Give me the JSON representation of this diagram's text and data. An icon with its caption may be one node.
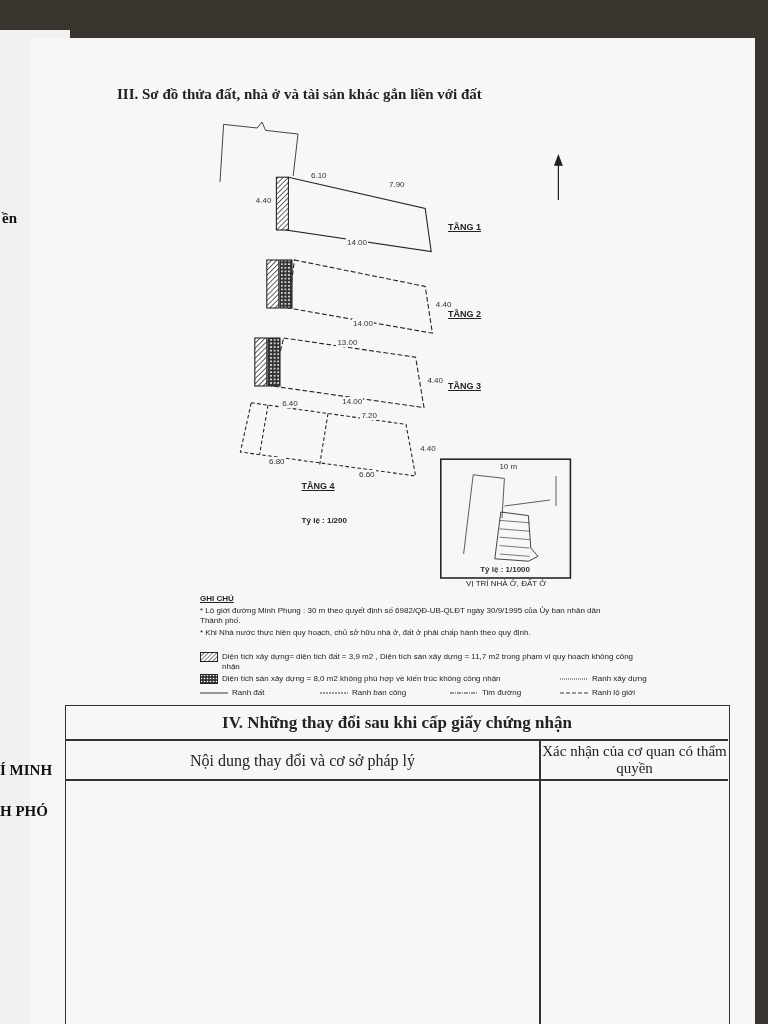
{
  "diagram": {
    "title": "III. Sơ đồ thửa đất, nhà ở và tài sản khác gắn liền với đất",
    "labels": [
      "ền",
      "Í MINH",
      "H PHÓ",
      "6.10",
      "7.90",
      "4.40",
      "14.00",
      "TẦNG 1",
      "14.00",
      "4.40",
      "TẦNG 2",
      "13.00",
      "14.00",
      "4.40",
      "TẦNG 3",
      "6.40",
      "7.20",
      "6.80",
      "6.60",
      "4.40",
      "TẦNG 4",
      "Tỷ lệ : 1/200",
      "10 m",
      "Tỷ lệ : 1/1000",
      "VỊ TRÍ NHÀ Ở, ĐẤT Ở",
      "GHI CHÚ",
      "* Lộ giới đường Minh Phụng : 30 m theo quyết định số 6982/QĐ-UB-QLĐT ngày 30/9/1995 của Ủy ban nhân dân Thành phố.",
      "* Khi Nhà nước thực hiện quy hoạch, chủ sở hữu nhà ở, đất ở phải chấp hành theo quy định.",
      "IV. Những thay đổi sau khi cấp giấy chứng nhận",
      "Nội dung thay đổi và cơ sở pháp lý",
      "Xác nhận của cơ quan có thẩm quyền"
    ],
    "legend": [
      {
        "text": "Diện tích xây dựng= diện tích đất = 3,9 m2 , Diện tích sàn xây dựng = 11,7 m2 trong phạm vi quy hoạch không công nhận"
      },
      {
        "text": "Diện tích sàn xây dựng = 8,0 m2 không phù hợp về kiến trúc không công nhận"
      },
      {
        "text": "Ranh đất"
      },
      {
        "text": "Ranh ban công"
      },
      {
        "text": "Tim đường"
      },
      {
        "text": "Ranh xây dựng"
      },
      {
        "text": "Ranh lộ giới"
      }
    ]
  }
}
